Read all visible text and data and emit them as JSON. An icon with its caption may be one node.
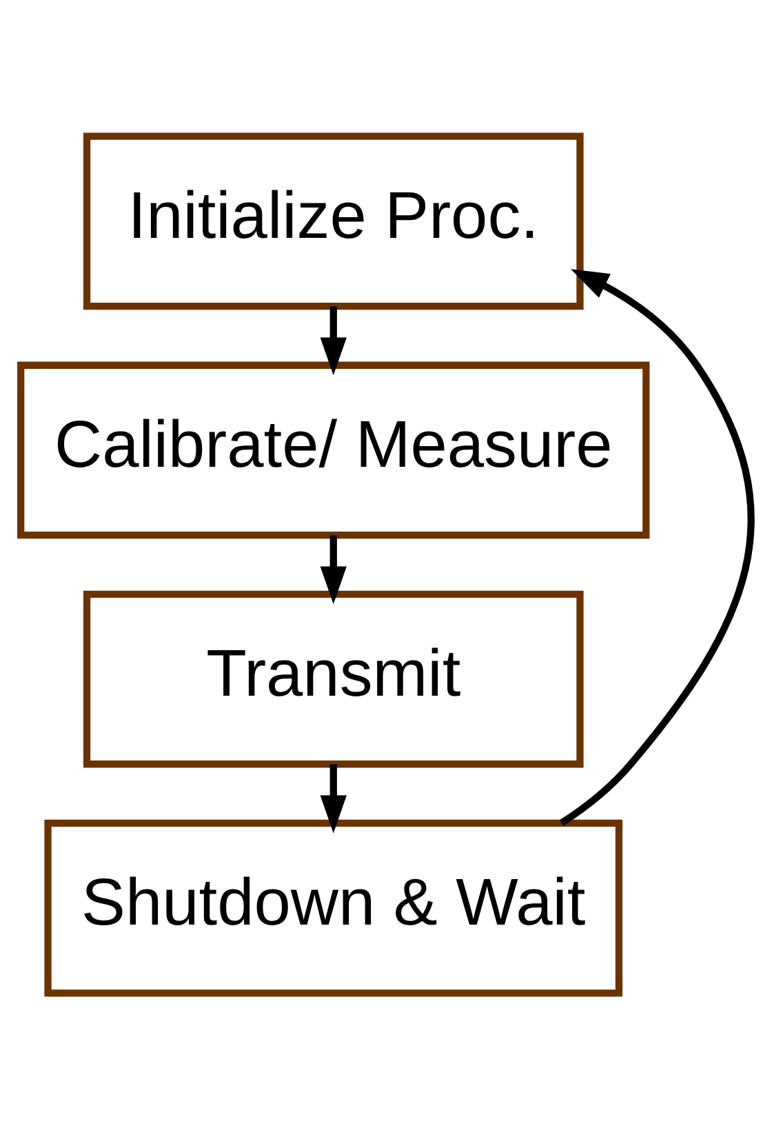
{
  "diagram": {
    "nodes": [
      {
        "text": [
          "Initialize Proc."
        ]
      },
      {
        "text": [
          "Calibrate/ Measure"
        ]
      },
      {
        "text": [
          "Transmit"
        ]
      },
      {
        "text": [
          "Shutdown & Wait"
        ]
      }
    ],
    "edges": [
      {
        "from": 0,
        "to": 1,
        "arrow": "to"
      },
      {
        "from": 1,
        "to": 2,
        "arrow": "to"
      },
      {
        "from": 2,
        "to": 3,
        "arrow": "to"
      },
      {
        "from": 3,
        "to": 0,
        "arrow": "to"
      }
    ]
  }
}
